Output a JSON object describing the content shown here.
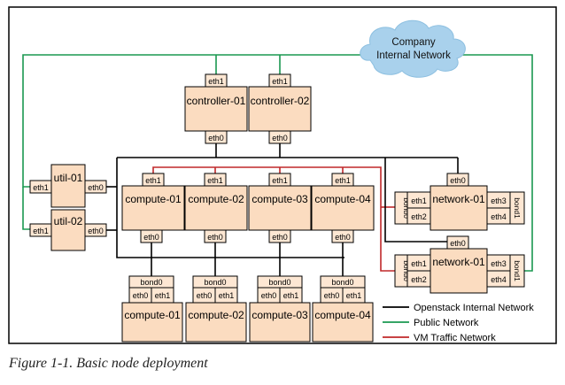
{
  "cloud": {
    "line1": "Company",
    "line2": "Internal Network"
  },
  "colors": {
    "node_fill": "#fbdcc0",
    "port_fill": "#fde7d3",
    "internal": "#000000",
    "public": "#1a9850",
    "vm": "#c0282a",
    "cloud": "#a9d1ec"
  },
  "controllers": [
    {
      "name": "controller-01",
      "top_port": "eth1",
      "bottom_port": "eth0"
    },
    {
      "name": "controller-02",
      "top_port": "eth1",
      "bottom_port": "eth0"
    }
  ],
  "utils": [
    {
      "name": "util-01",
      "left_port": "eth1",
      "right_port": "eth0"
    },
    {
      "name": "util-02",
      "left_port": "eth1",
      "right_port": "eth0"
    }
  ],
  "computes": [
    {
      "name": "compute-01",
      "top_port": "eth1",
      "bottom_port": "eth0"
    },
    {
      "name": "compute-02",
      "top_port": "eth1",
      "bottom_port": "eth0"
    },
    {
      "name": "compute-03",
      "top_port": "eth1",
      "bottom_port": "eth0"
    },
    {
      "name": "compute-04",
      "top_port": "eth1",
      "bottom_port": "eth0"
    }
  ],
  "bonded_computes": [
    {
      "name": "compute-01",
      "bond": "bond0",
      "ports": [
        "eth0",
        "eth1"
      ]
    },
    {
      "name": "compute-02",
      "bond": "bond0",
      "ports": [
        "eth0",
        "eth1"
      ]
    },
    {
      "name": "compute-03",
      "bond": "bond0",
      "ports": [
        "eth0",
        "eth1"
      ]
    },
    {
      "name": "compute-04",
      "bond": "bond0",
      "ports": [
        "eth0",
        "eth1"
      ]
    }
  ],
  "networks": [
    {
      "name": "network-01",
      "top_port": "eth0",
      "left_bond": "bond0",
      "left_ports": [
        "eth1",
        "eth2"
      ],
      "right_ports": [
        "eth3",
        "eth4"
      ],
      "right_bond": "bond1"
    },
    {
      "name": "network-01",
      "top_port": "eth0",
      "left_bond": "bond0",
      "left_ports": [
        "eth1",
        "eth2"
      ],
      "right_ports": [
        "eth3",
        "eth4"
      ],
      "right_bond": "bond1"
    }
  ],
  "legend": [
    {
      "label": "Openstack Internal Network",
      "color": "#000000"
    },
    {
      "label": "Public Network",
      "color": "#1a9850"
    },
    {
      "label": "VM Traffic Network",
      "color": "#c0282a"
    }
  ],
  "caption": "Figure 1-1. Basic node deployment"
}
